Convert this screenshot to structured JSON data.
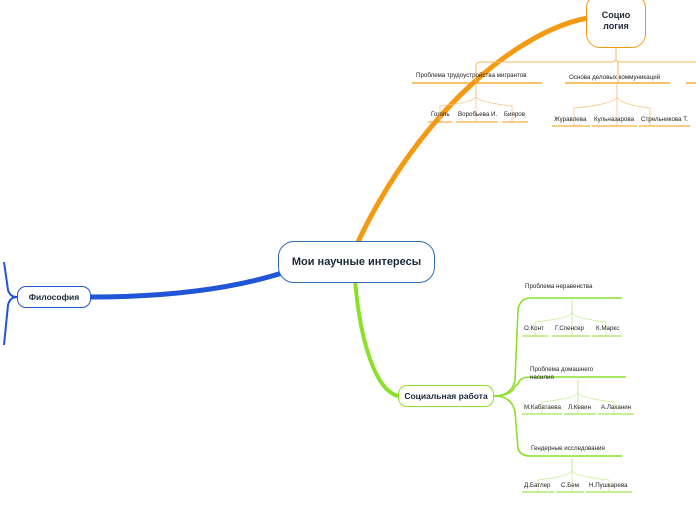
{
  "central": "Мои научные интересы",
  "sociology": {
    "title": "Социо\nлогия",
    "topics": [
      {
        "name": "Проблема трудоустройства мигрантов",
        "people": [
          "Гоголь",
          "Воробьева И.",
          "Бияров"
        ]
      },
      {
        "name": "Основа деловых коммуникаций",
        "people": [
          "Журавлева",
          "Кульназарова",
          "Стрельникова Т."
        ]
      }
    ]
  },
  "philosophy": {
    "title": "Философия"
  },
  "social_work": {
    "title": "Социальная работа",
    "topics": [
      {
        "name": "Проблема неравенства",
        "people": [
          "О.Конт",
          "Г.Спенсер",
          "К.Маркс"
        ]
      },
      {
        "name": "Проблема домашнего насилия",
        "people": [
          "М.Кабатаева",
          "Л.Кевин",
          "А.Лаханин"
        ]
      },
      {
        "name": "Гендерные исследования",
        "people": [
          "Д.Батлер",
          "С.Бем",
          "Н.Пушкарева"
        ]
      }
    ]
  },
  "colors": {
    "central": "#2f6db0",
    "sociology": "#f39a12",
    "philosophy": "#1f55d6",
    "social_work": "#8be02a"
  }
}
